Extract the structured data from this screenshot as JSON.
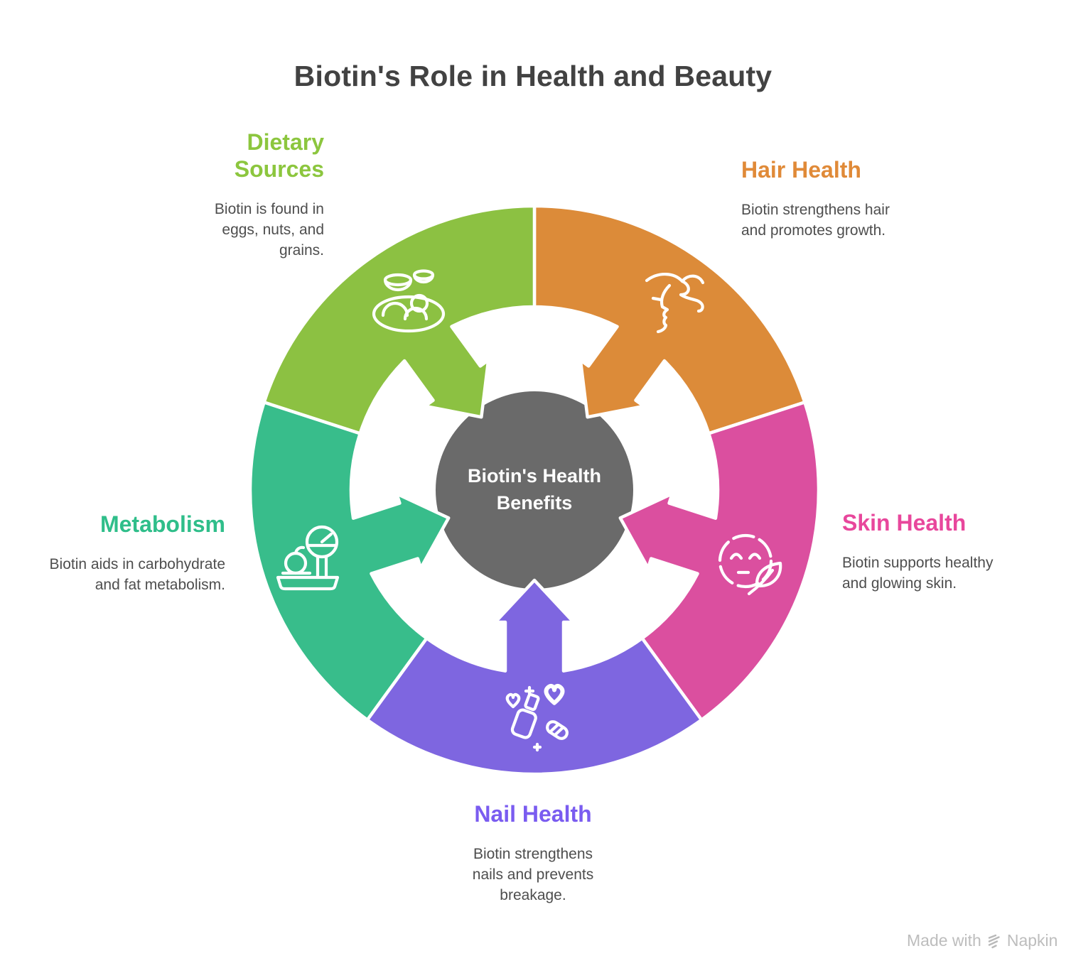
{
  "title": "Biotin's Role in Health and Beauty",
  "center": {
    "label": "Biotin's Health Benefits",
    "color": "#6A6A6A",
    "text_color": "#FFFFFF"
  },
  "sections": [
    {
      "id": "dietary-sources",
      "label": "Dietary Sources",
      "description": "Biotin is found in eggs, nuts, and grains.",
      "color": "#8CC63E",
      "fill": "#8CC142",
      "icon": "plate-of-eggs-icon"
    },
    {
      "id": "hair-health",
      "label": "Hair Health",
      "description": "Biotin strengthens hair and promotes growth.",
      "color": "#E08A38",
      "fill": "#DC8B39",
      "icon": "flowing-hair-face-icon"
    },
    {
      "id": "skin-health",
      "label": "Skin Health",
      "description": "Biotin supports healthy and glowing skin.",
      "color": "#E8479C",
      "fill": "#DB4F9F",
      "icon": "glowing-skin-face-icon"
    },
    {
      "id": "nail-health",
      "label": "Nail Health",
      "description": "Biotin strengthens nails and prevents breakage.",
      "color": "#7A5CF0",
      "fill": "#7E66E0",
      "icon": "nail-polish-icon"
    },
    {
      "id": "metabolism",
      "label": "Metabolism",
      "description": "Biotin aids in carbohydrate and fat metabolism.",
      "color": "#2FBE8A",
      "fill": "#38BD8B",
      "icon": "weight-scale-apple-icon"
    }
  ],
  "watermark": {
    "prefix": "Made with",
    "brand": "Napkin",
    "color": "#BDBDBD"
  }
}
